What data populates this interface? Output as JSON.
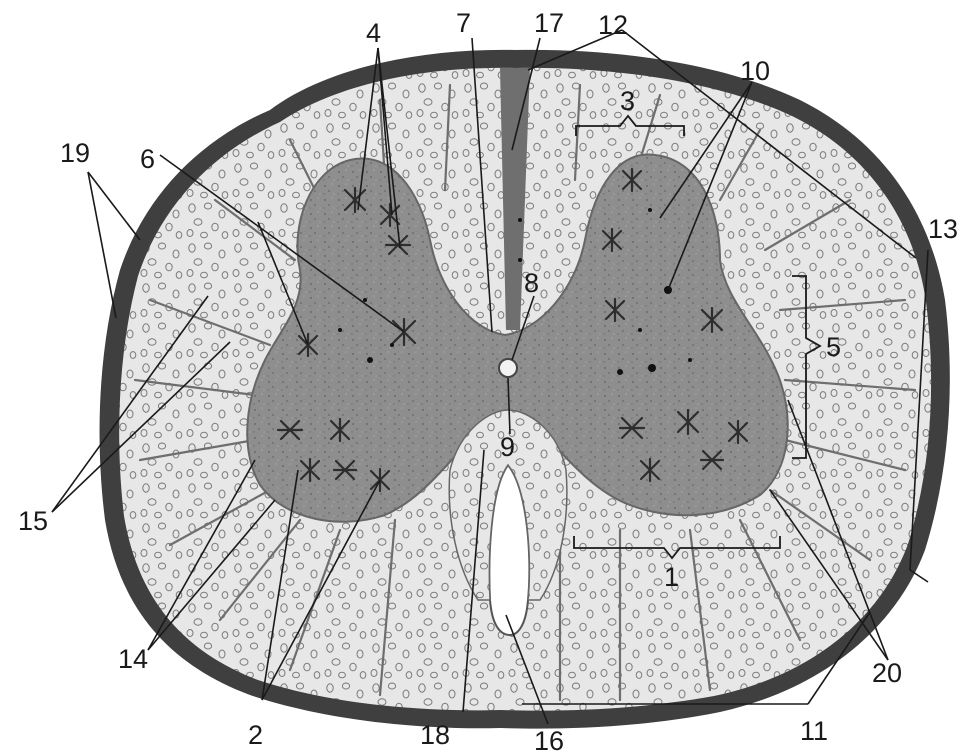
{
  "diagram": {
    "labels": {
      "l1": "1",
      "l2": "2",
      "l3": "3",
      "l4": "4",
      "l5": "5",
      "l6": "6",
      "l7": "7",
      "l8": "8",
      "l9": "9",
      "l10": "10",
      "l11": "11",
      "l12": "12",
      "l13": "13",
      "l14": "14",
      "l15": "15",
      "l16": "16",
      "l17": "17",
      "l18": "18",
      "l19": "19",
      "l20": "20"
    },
    "colors": {
      "pia_outer": "#3c3c3c",
      "white_matter": "#e6e6e6",
      "grey_matter": "#8c8c8c",
      "line": "#1a1a1a"
    }
  }
}
